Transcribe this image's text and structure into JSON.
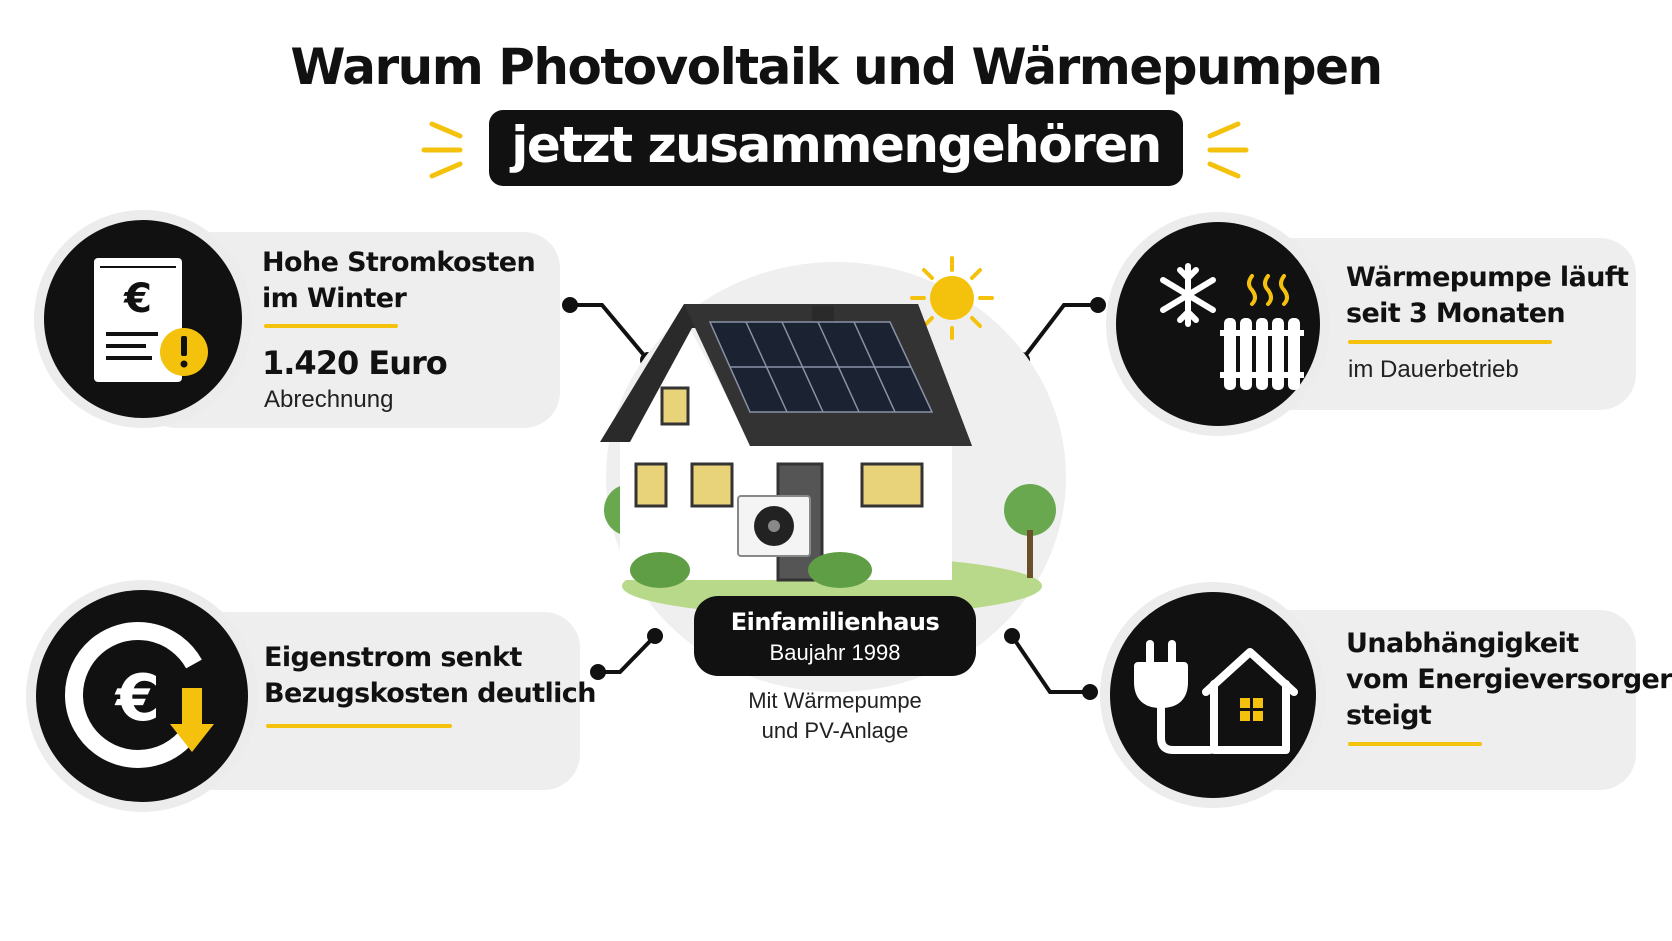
{
  "title": {
    "line1": "Warum Photovoltaik und Wärmepumpen",
    "line2": "jetzt zusammengehören"
  },
  "colors": {
    "accent": "#f4c20d",
    "dark": "#111111",
    "card": "#eeeeef"
  },
  "cards": {
    "top_left": {
      "heading1": "Hohe Stromkosten",
      "heading2": "im Winter",
      "value": "1.420 Euro",
      "caption": "Abrechnung",
      "icon": "euro-bill-warning-icon"
    },
    "bottom_left": {
      "heading1": "Eigenstrom senkt",
      "heading2": "Bezugskosten deutlich",
      "icon": "euro-down-arrow-icon"
    },
    "top_right": {
      "heading1": "Wärmepumpe läuft",
      "heading2": "seit 3 Monaten",
      "caption": "im Dauerbetrieb",
      "icon": "snowflake-radiator-icon"
    },
    "bottom_right": {
      "heading1": "Unabhängigkeit",
      "heading2": "vom Energieversorger",
      "heading3": "steigt",
      "icon": "plug-house-icon"
    }
  },
  "center": {
    "house_name": "Einfamilienhaus",
    "house_year": "Baujahr 1998",
    "features1": "Mit Wärmepumpe",
    "features2": "und PV-Anlage",
    "icon": "house-solar-icon"
  }
}
